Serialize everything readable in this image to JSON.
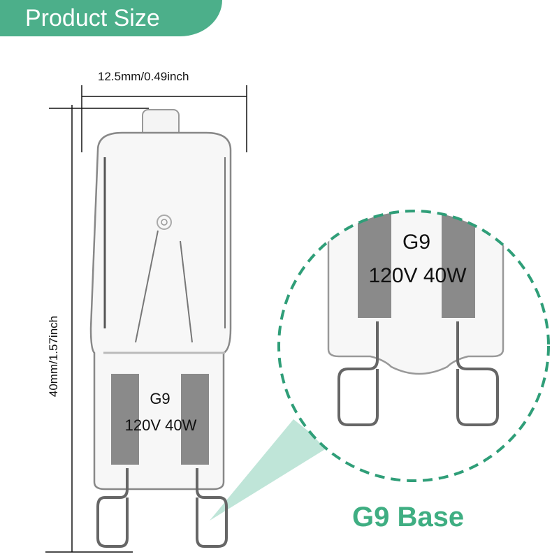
{
  "banner": {
    "title": "Product Size",
    "color": "#4caf8a"
  },
  "dimensions": {
    "width_label": "12.5mm/0.49inch",
    "height_label": "40mm/1.57inch"
  },
  "bulb": {
    "base_type": "G9",
    "rating": "120V 40W"
  },
  "zoom_callout": {
    "base_type": "G9",
    "rating": "120V 40W",
    "border_color": "#2f9e78",
    "cone_color": "#bfe5d8"
  },
  "caption": {
    "text": "G9 Base",
    "color": "#3fae82"
  }
}
